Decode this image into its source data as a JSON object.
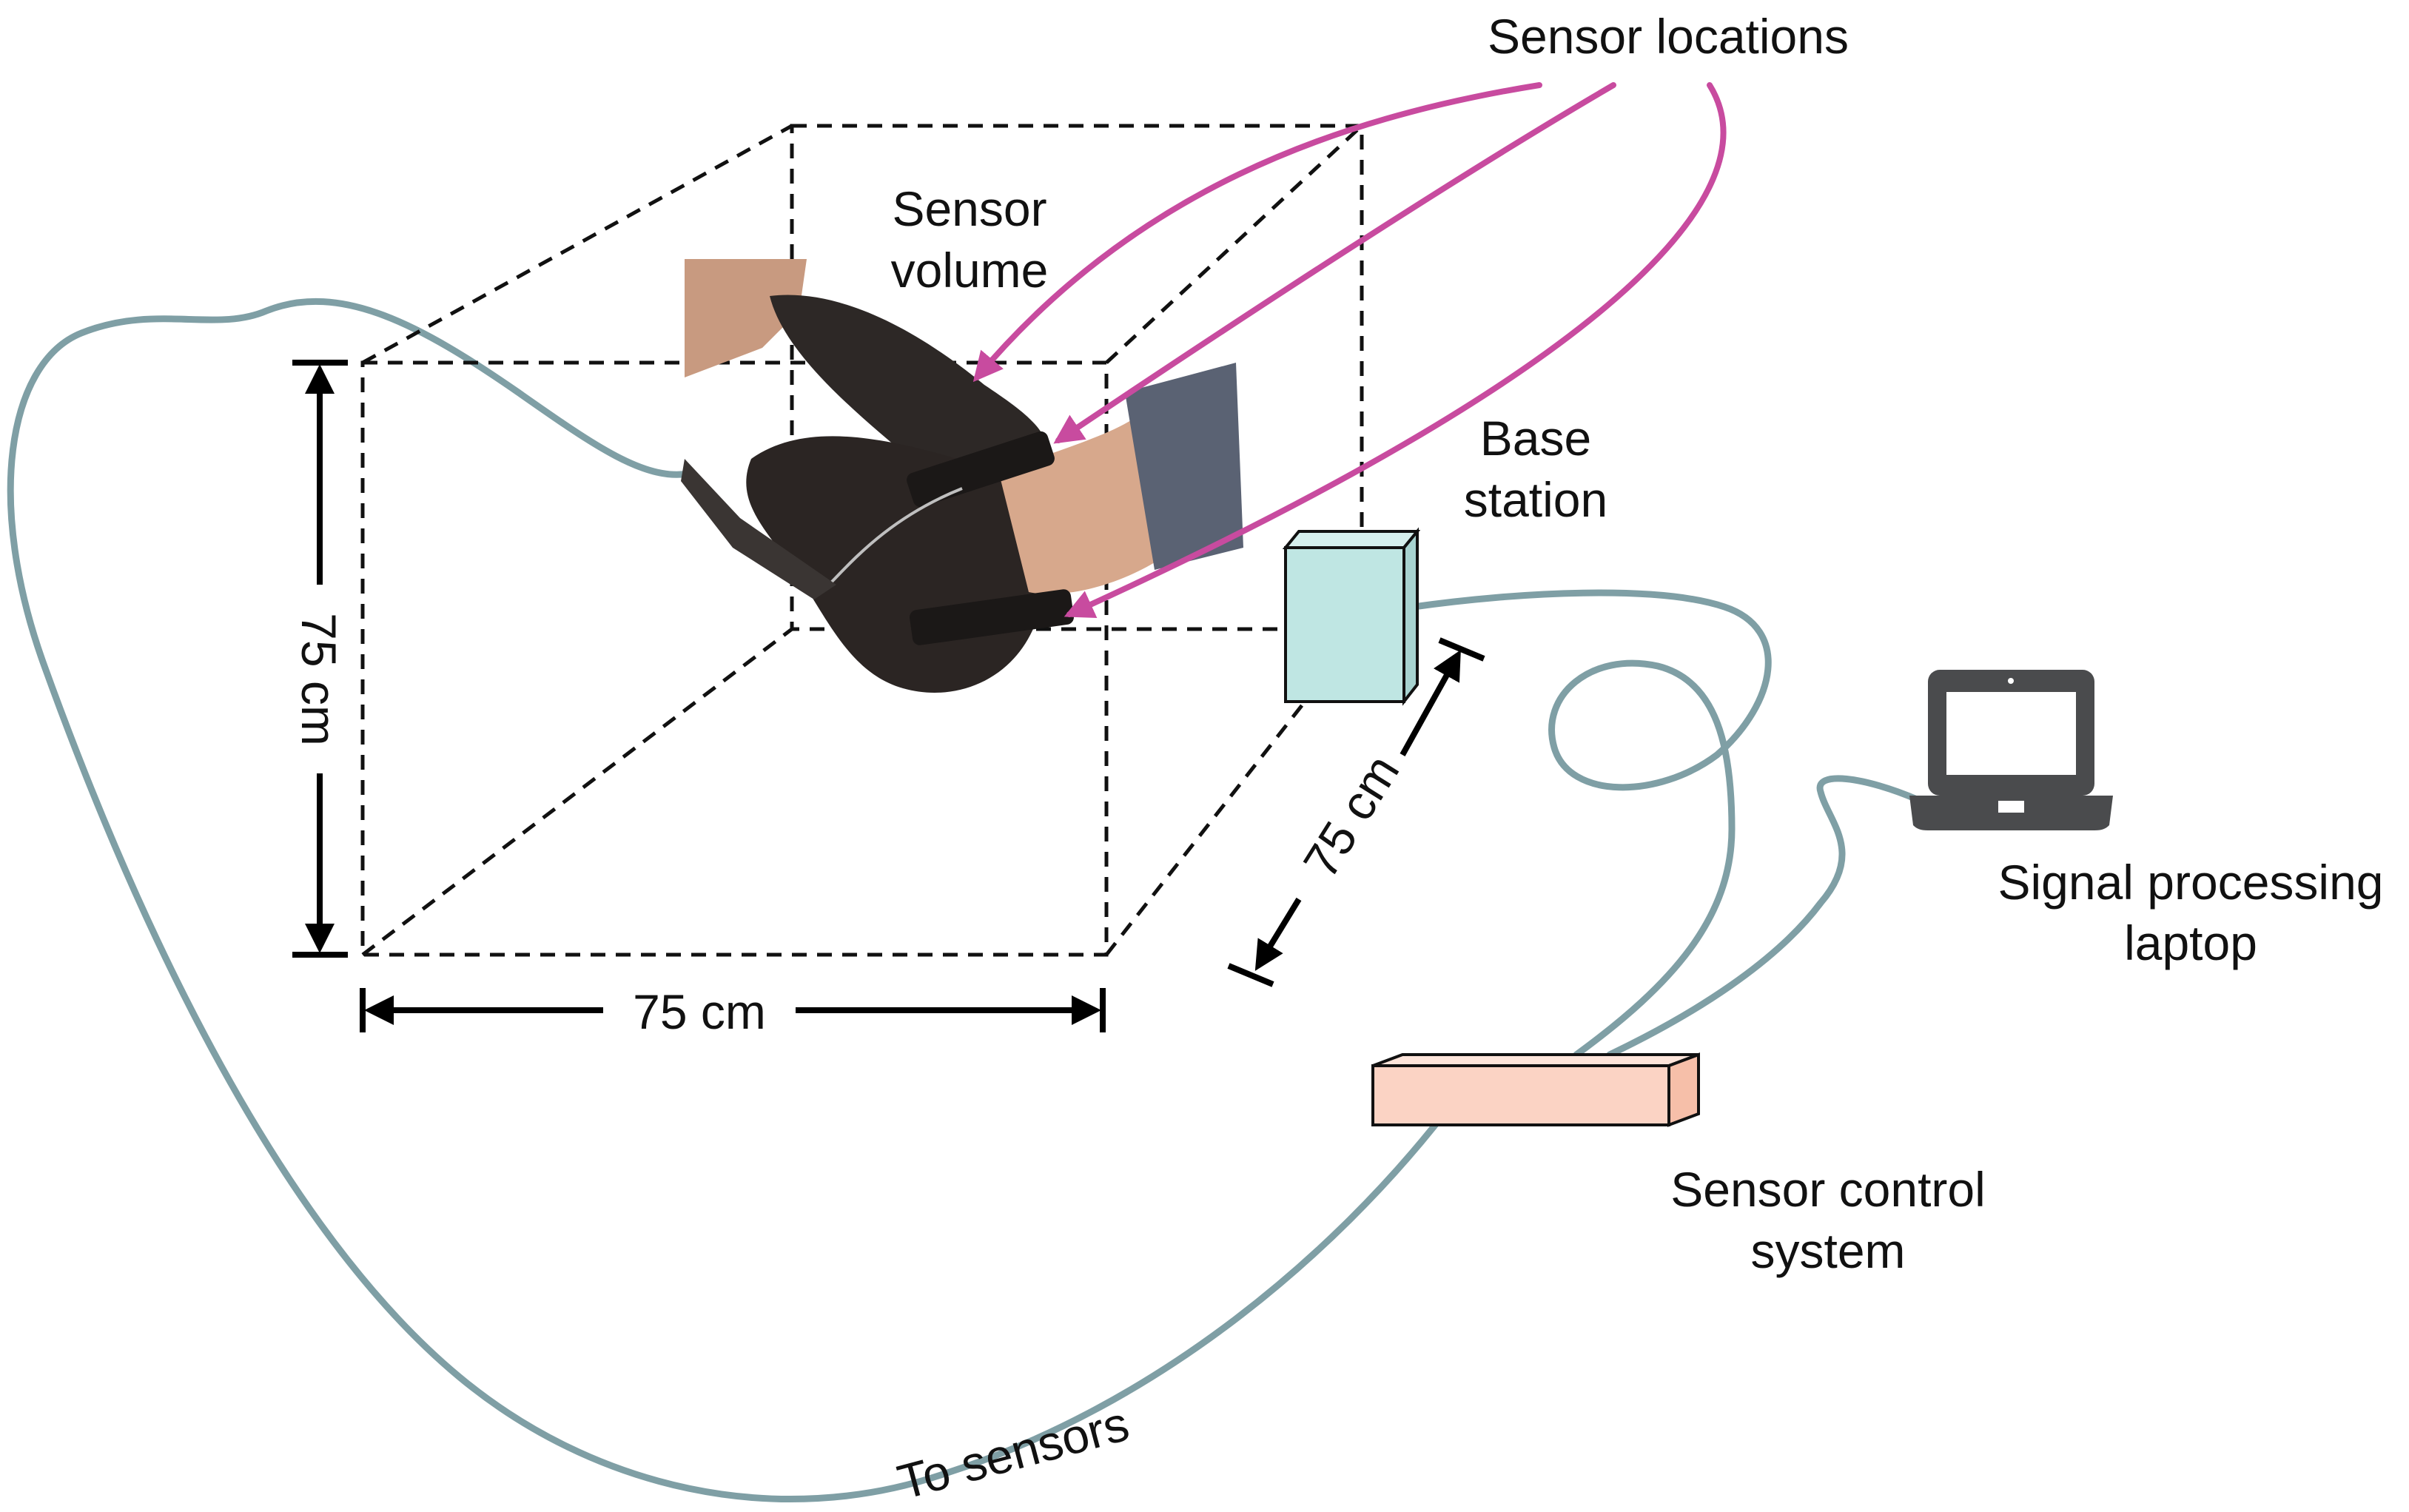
{
  "labels": {
    "sensor_locations": "Sensor locations",
    "sensor_volume_line1": "Sensor",
    "sensor_volume_line2": "volume",
    "base_station_line1": "Base",
    "base_station_line2": "station",
    "dim_height": "75 cm",
    "dim_width": "75 cm",
    "dim_depth": "75 cm",
    "signal_processing_line1": "Signal processing",
    "signal_processing_line2": "laptop",
    "sensor_control_line1": "Sensor control",
    "sensor_control_line2": "system",
    "to_sensors": "To sensors"
  },
  "colors": {
    "cable": "#7f9fa5",
    "pointer_arrows": "#c84b9f",
    "base_station_fill": "#bfe6e3",
    "control_box_fill": "#fbd3c4",
    "laptop": "#4a4b4d",
    "dimension_lines": "#000000",
    "volume_outline": "#111111"
  },
  "icons": {
    "laptop": "laptop-icon",
    "base_station": "box-icon",
    "sensor_control": "box-icon",
    "foot": "foot-with-sensors-photo"
  }
}
